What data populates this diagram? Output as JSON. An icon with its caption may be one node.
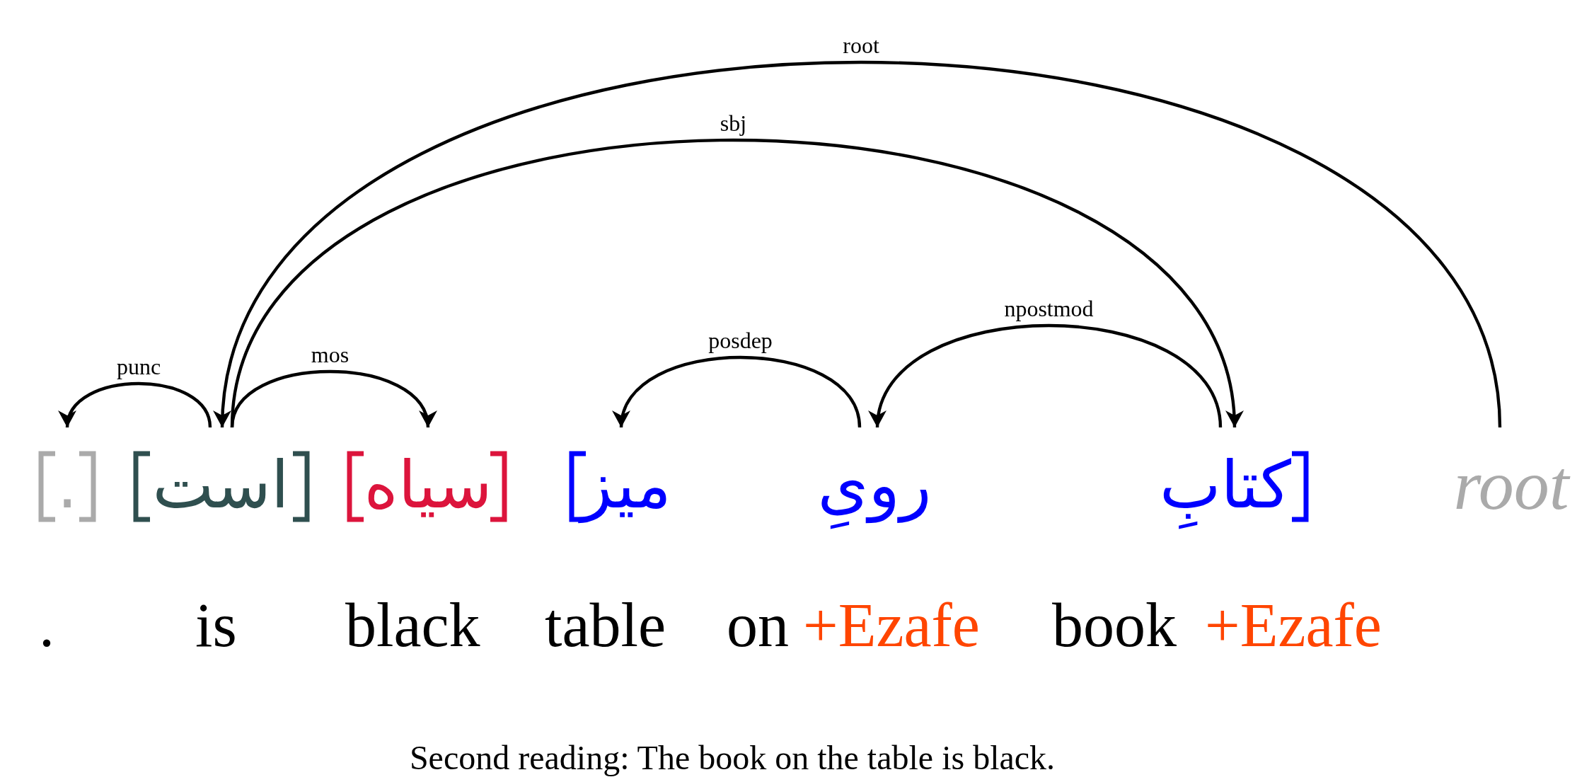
{
  "diagram": {
    "caption": "Second reading: The book on the table is black.",
    "nodes": [
      {
        "text": [
          "."
        ]
      },
      {
        "text": [
          "است"
        ]
      },
      {
        "text": [
          "سیاه"
        ]
      },
      {
        "text": [
          "میز"
        ]
      },
      {
        "text": [
          "رویِ"
        ]
      },
      {
        "text": [
          "کتابِ"
        ]
      },
      {
        "text": [
          "root"
        ]
      }
    ],
    "edges": [
      {
        "from": 1,
        "to": 0,
        "arrow": "to",
        "label": "punc"
      },
      {
        "from": 1,
        "to": 2,
        "arrow": "to",
        "label": "mos"
      },
      {
        "from": 6,
        "to": 1,
        "arrow": "to",
        "label": "root"
      },
      {
        "from": 1,
        "to": 5,
        "arrow": "to",
        "label": "sbj"
      },
      {
        "from": 4,
        "to": 3,
        "arrow": "to",
        "label": "posdep"
      },
      {
        "from": 5,
        "to": 4,
        "arrow": "to",
        "label": "npostmod"
      }
    ],
    "labels": [
      ".",
      "is",
      "black",
      "table",
      "on",
      "+Ezafe",
      "book",
      "+Ezafe"
    ]
  }
}
